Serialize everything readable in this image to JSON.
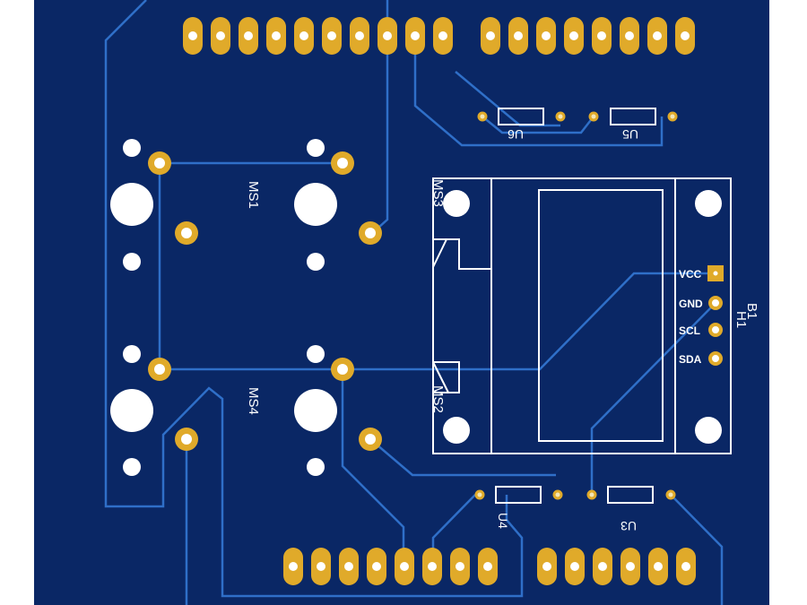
{
  "board": {
    "colors": {
      "substrate": "#0a2765",
      "trace": "#2f6fc8",
      "pad": "#e0aa2a",
      "silk": "#ffffff",
      "margin": "#ffffff"
    },
    "switch_labels": {
      "ms1": "MS1",
      "ms4": "MS4",
      "ms3": "MS3",
      "ms2": "MS2"
    },
    "resistor_labels": {
      "u6": "U6",
      "u5": "U5",
      "u4": "U4",
      "u3": "U3"
    },
    "display": {
      "ref1": "B1",
      "ref2": "H1",
      "pins": [
        "VCC",
        "GND",
        "SCL",
        "SDA"
      ]
    }
  }
}
